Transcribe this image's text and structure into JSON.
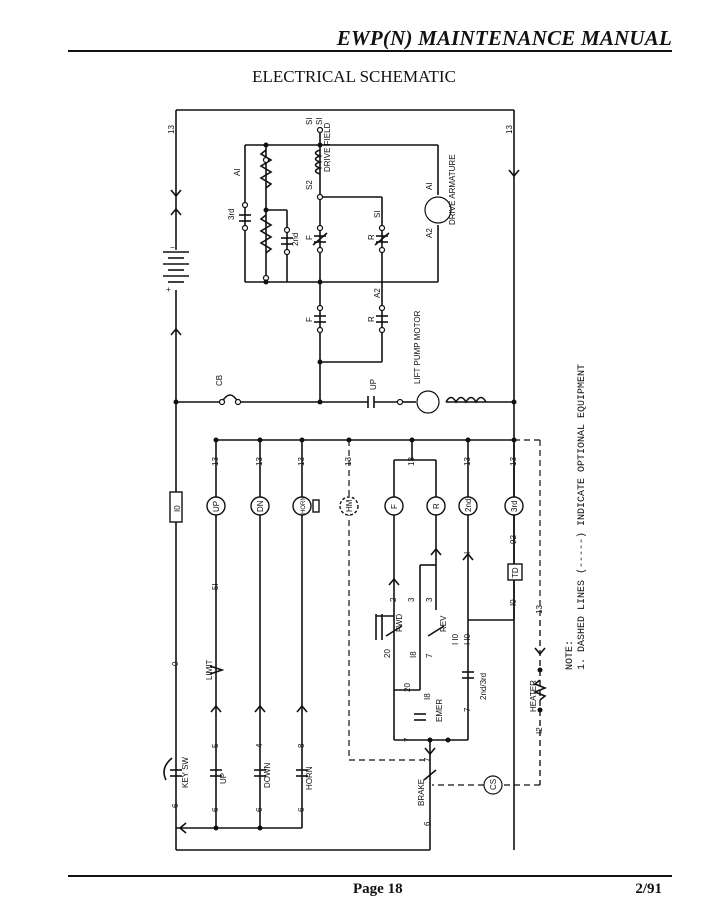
{
  "header": {
    "title": "EWP(N) MAINTENANCE MANUAL"
  },
  "page_title": "ELECTRICAL SCHEMATIC",
  "note": {
    "heading": "NOTE:",
    "line1": "1. DASHED LINES (-----) INDICATE OPTIONAL EQUIPMENT"
  },
  "schematic": {
    "wire_numbers": {
      "13": "13",
      "0": "0",
      "6": "6",
      "5": "5",
      "4": "4",
      "8": "8",
      "51": "5I",
      "2": "2",
      "3": "3",
      "20": "20",
      "18": "I8",
      "7": "7",
      "1": "I",
      "92": "92",
      "10": "I0",
      "110": "I I0",
      "12": "I2"
    },
    "labels": {
      "s1": "SI",
      "s2": "S2",
      "a1": "AI",
      "a2": "A2",
      "third": "3rd",
      "second": "2nd",
      "drive_field": "DRIVE FIELD",
      "drive_armature": "DRIVE ARMATURE",
      "f": "F",
      "r": "R",
      "cb": "CB",
      "up": "UP",
      "lift_pump_motor": "LIFT PUMP MOTOR",
      "td": "TD",
      "limit": "LIMIT",
      "key_sw": "KEY SW",
      "down": "DOWN",
      "horn": "HORN",
      "fwd": "FWD",
      "rev": "REV",
      "emer": "EMER",
      "second_third": "2nd/3rd",
      "heater": "HEATER",
      "brake": "BRAKE",
      "cs": "CS",
      "coil_up": "UP",
      "coil_dn": "DN",
      "coil_horn": "HORN",
      "coil_hm": "HM",
      "coil_f": "F",
      "coil_r": "R",
      "coil_2nd": "2nd",
      "coil_3rd": "3rd",
      "fuse": "I0"
    }
  },
  "footer": {
    "page": "Page 18",
    "date": "2/91"
  }
}
